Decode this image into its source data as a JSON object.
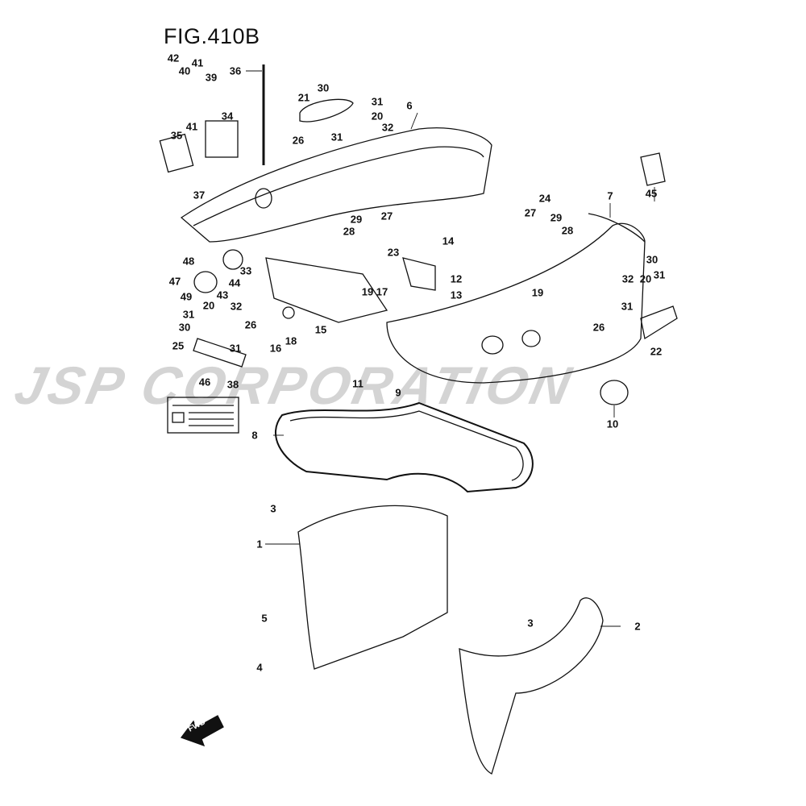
{
  "figure_title": "FIG.410B",
  "watermark": "JSP CORPORATION",
  "direction_label": "FWD",
  "callouts": [
    "42",
    "40",
    "41",
    "39",
    "41",
    "34",
    "35",
    "37",
    "36",
    "30",
    "21",
    "31",
    "20",
    "32",
    "26",
    "31",
    "6",
    "45",
    "24",
    "7",
    "27",
    "29",
    "28",
    "27",
    "29",
    "28",
    "14",
    "23",
    "12",
    "13",
    "19",
    "17",
    "48",
    "33",
    "47",
    "44",
    "49",
    "43",
    "20",
    "32",
    "31",
    "30",
    "26",
    "25",
    "31",
    "16",
    "18",
    "15",
    "38",
    "46",
    "11",
    "9",
    "8",
    "10",
    "30",
    "32",
    "20",
    "31",
    "19",
    "31",
    "26",
    "22",
    "3",
    "1",
    "5",
    "4",
    "3",
    "2"
  ],
  "colors": {
    "line": "#111111",
    "watermark": "#d4d4d4"
  }
}
